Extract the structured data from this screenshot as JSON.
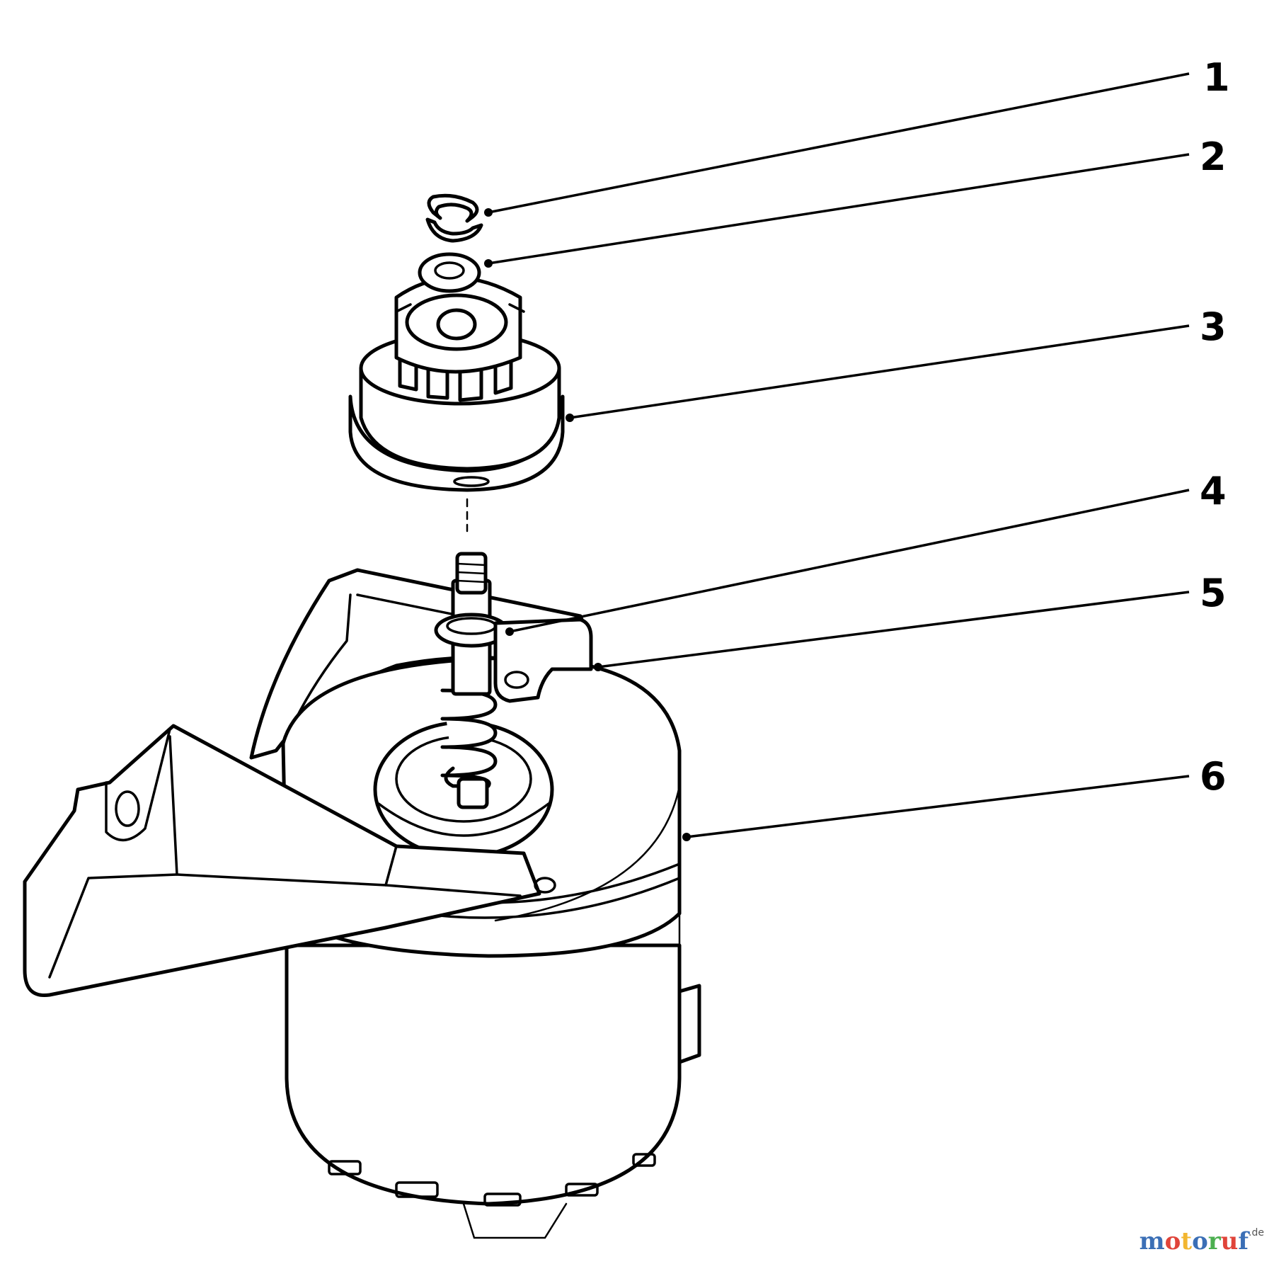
{
  "diagram": {
    "callouts": [
      {
        "id": "1",
        "label": "1"
      },
      {
        "id": "2",
        "label": "2"
      },
      {
        "id": "3",
        "label": "3"
      },
      {
        "id": "4",
        "label": "4"
      },
      {
        "id": "5",
        "label": "5"
      },
      {
        "id": "6",
        "label": "6"
      }
    ]
  },
  "watermark": {
    "text": "motoruf",
    "suffix": ".de",
    "letter_colors": [
      "#3b6fb6",
      "#e0443a",
      "#f2b630",
      "#3b6fb6",
      "#4caf50",
      "#e0443a",
      "#3b6fb6"
    ]
  }
}
